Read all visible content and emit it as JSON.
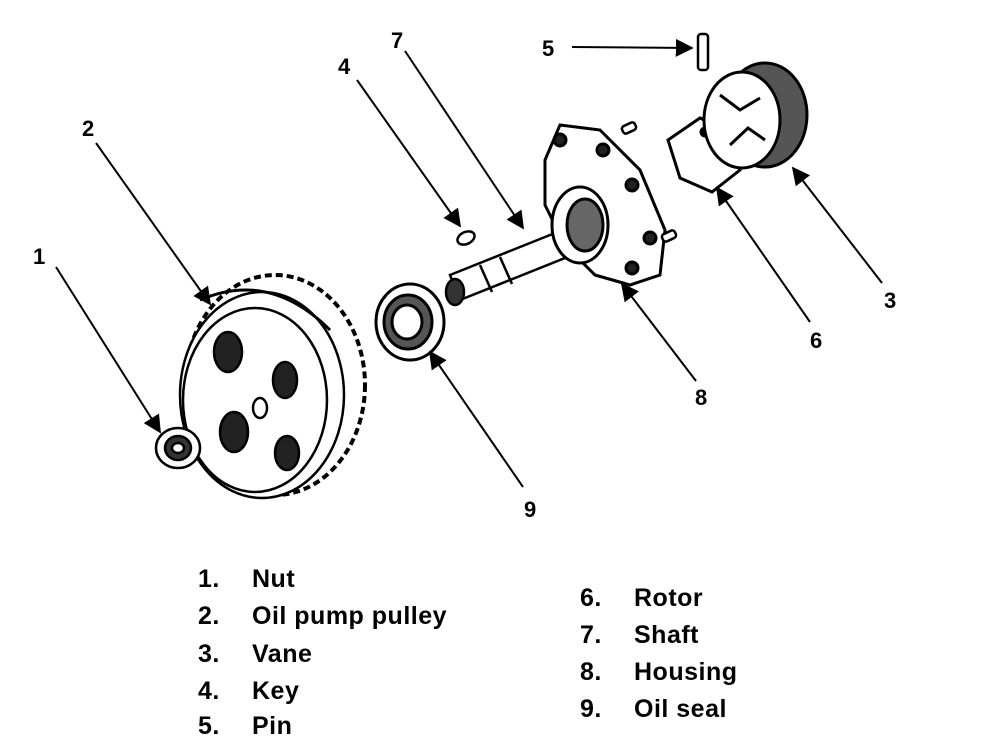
{
  "callouts": [
    "1",
    "2",
    "3",
    "4",
    "5",
    "6",
    "7",
    "8",
    "9"
  ],
  "legend": [
    {
      "number": "1.",
      "name": "Nut"
    },
    {
      "number": "2.",
      "name": "Oil pump pulley"
    },
    {
      "number": "3.",
      "name": "Vane"
    },
    {
      "number": "4.",
      "name": "Key"
    },
    {
      "number": "5.",
      "name": "Pin"
    },
    {
      "number": "6.",
      "name": "Rotor"
    },
    {
      "number": "7.",
      "name": "Shaft"
    },
    {
      "number": "8.",
      "name": "Housing"
    },
    {
      "number": "9.",
      "name": "Oil seal"
    }
  ]
}
